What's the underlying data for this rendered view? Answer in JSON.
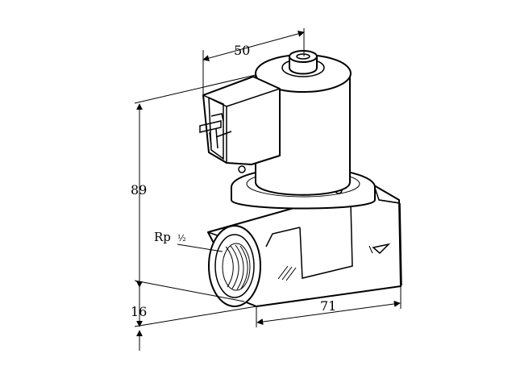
{
  "dimensions": {
    "width_top": "50",
    "height": "89",
    "port_label": "Rp",
    "port_size": "½",
    "bottom_offset": "16",
    "length": "71"
  },
  "colors": {
    "line": "#000000",
    "background": "#ffffff"
  }
}
